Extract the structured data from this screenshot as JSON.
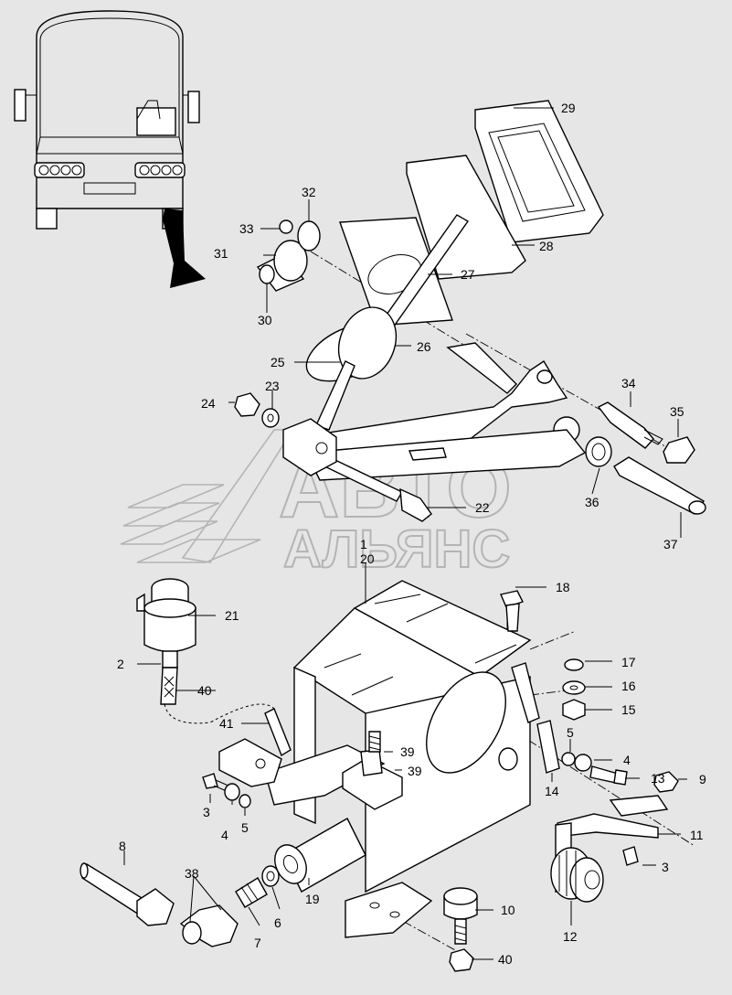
{
  "watermark": {
    "line1": "АВТО",
    "line2": "АЛЬЯНС"
  },
  "callouts": [
    "1",
    "2",
    "3",
    "3",
    "4",
    "4",
    "5",
    "5",
    "6",
    "7",
    "8",
    "9",
    "10",
    "11",
    "12",
    "13",
    "14",
    "15",
    "16",
    "17",
    "18",
    "19",
    "20",
    "21",
    "22",
    "23",
    "24",
    "25",
    "26",
    "27",
    "28",
    "29",
    "30",
    "31",
    "32",
    "33",
    "34",
    "35",
    "36",
    "37",
    "38",
    "39",
    "39",
    "40",
    "40",
    "41"
  ]
}
